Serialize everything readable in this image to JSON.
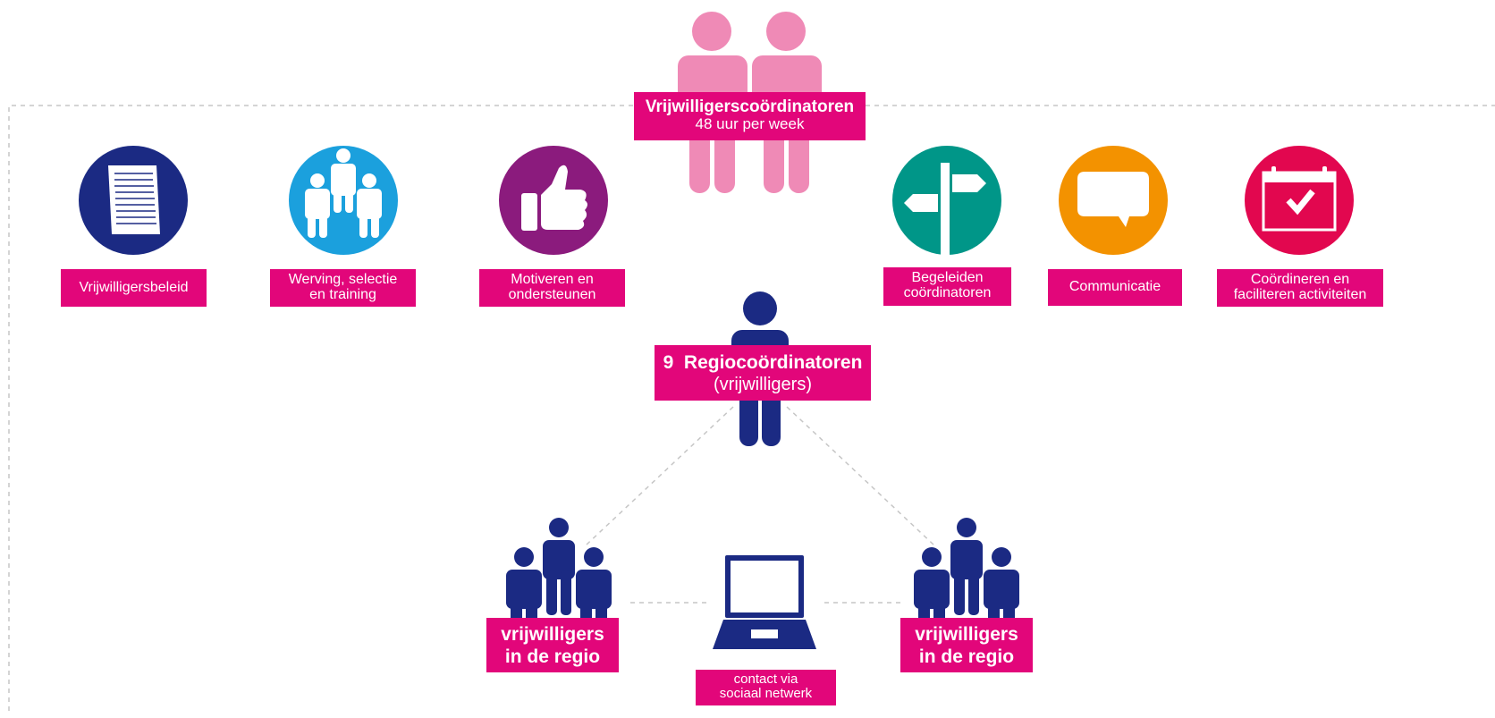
{
  "top_coordinators": {
    "title": "Vrijwilligerscoördinatoren",
    "subtitle": "48 uur per week"
  },
  "tasks": [
    {
      "icon": "document-icon",
      "color": "#1b2a83",
      "line1": "Vrijwilligersbeleid",
      "line2": ""
    },
    {
      "icon": "group-icon",
      "color": "#1ba0dd",
      "line1": "Werving, selectie",
      "line2": "en training"
    },
    {
      "icon": "thumbs-up-icon",
      "color": "#8b1b7d",
      "line1": "Motiveren en",
      "line2": "ondersteunen"
    },
    {
      "icon": "signpost-icon",
      "color": "#009688",
      "line1": "Begeleiden",
      "line2": "coördinatoren"
    },
    {
      "icon": "speech-bubble-icon",
      "color": "#f39200",
      "line1": "Communicatie",
      "line2": ""
    },
    {
      "icon": "calendar-check-icon",
      "color": "#e2074f",
      "line1": "Coördineren en",
      "line2": "faciliteren activiteiten"
    }
  ],
  "regional": {
    "count": "9",
    "title": "Regiocoördinatoren",
    "subtitle": "(vrijwilligers)"
  },
  "volunteer_groups": [
    {
      "line1": "vrijwilligers",
      "line2": "in de regio"
    },
    {
      "line1": "vrijwilligers",
      "line2": "in de regio"
    }
  ],
  "network": {
    "icon": "laptop-icon",
    "line1": "contact via",
    "line2": "sociaal netwerk"
  },
  "colors": {
    "label_bg": "#e2067a",
    "navy": "#1b2a83",
    "pink_figure": "#ef8ab6",
    "dashed": "#c6c6c6"
  }
}
